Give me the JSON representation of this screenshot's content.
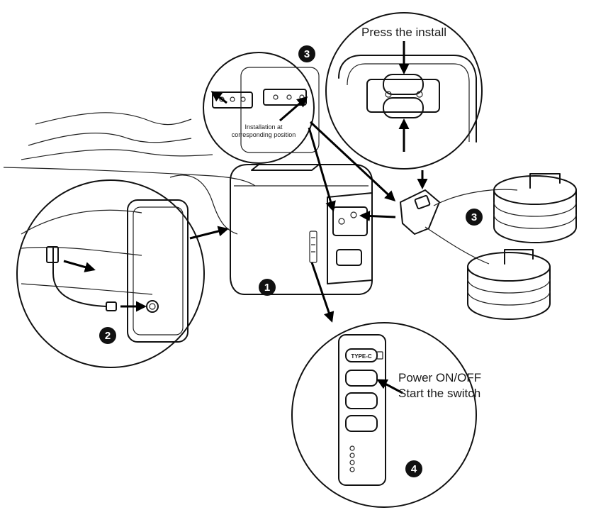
{
  "labels": {
    "press_install": "Press the install",
    "install_line1": "Installation at",
    "install_line2": "corresponding position",
    "type_c": "TYPE-C",
    "power_line1": "Power ON/OFF",
    "power_line2": "Start the switch"
  },
  "steps": {
    "step1": "1",
    "step2": "2",
    "step3_top": "3",
    "step3_right": "3",
    "step4": "4"
  },
  "colors": {
    "line": "#111111",
    "badge_fill": "#111111",
    "badge_text": "#ffffff",
    "background": "#ffffff"
  }
}
